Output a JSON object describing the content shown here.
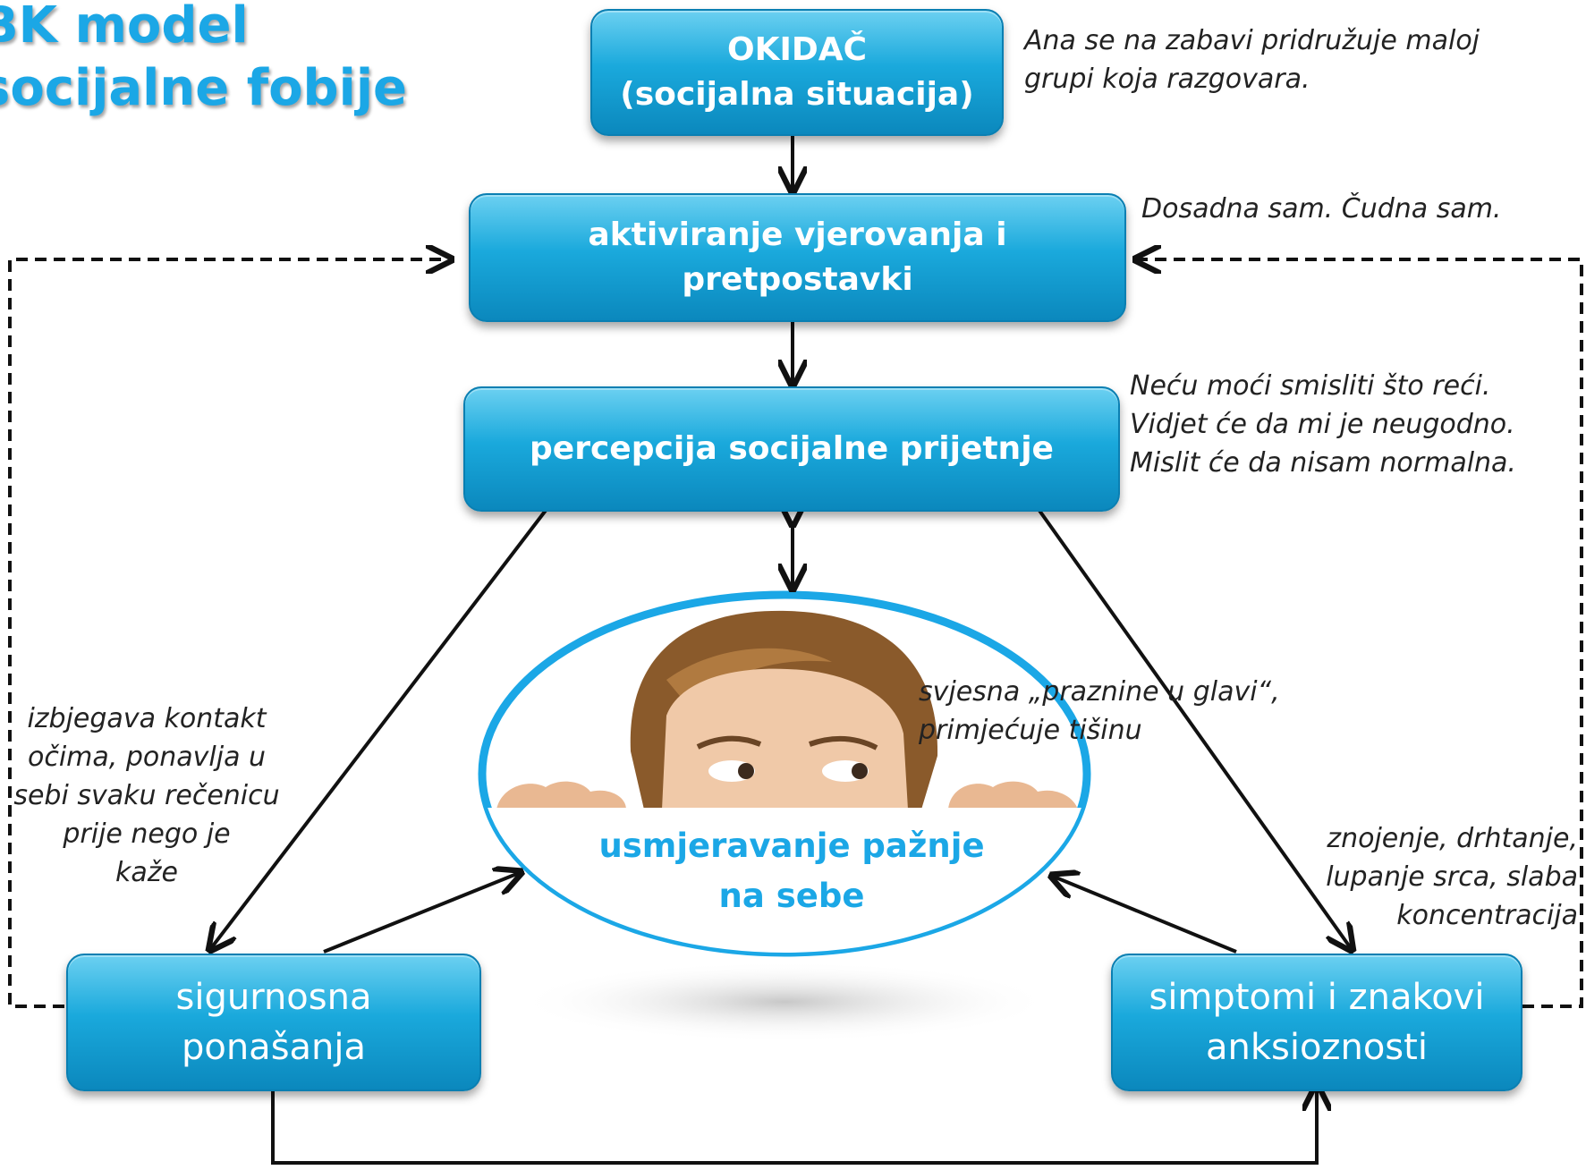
{
  "title": {
    "line1": "BK model",
    "line2": "socijalne fobije"
  },
  "boxes": {
    "trigger": {
      "line1": "OKIDAČ",
      "line2": "(socijalna situacija)"
    },
    "beliefs": {
      "line1": "aktiviranje vjerovanja i",
      "line2": "pretpostavki"
    },
    "threat": {
      "line1": "percepcija socijalne prijetnje"
    },
    "safety": {
      "line1": "sigurnosna",
      "line2": "ponašanja"
    },
    "symptoms": {
      "line1": "simptomi i znakovi",
      "line2": "anksioznosti"
    },
    "focus": {
      "line1": "usmjeravanje pažnje",
      "line2": "na sebe"
    }
  },
  "notes": {
    "trigger": [
      "Ana se na zabavi pridružuje maloj",
      "grupi koja razgovara."
    ],
    "beliefs": [
      "Dosadna sam. Čudna sam."
    ],
    "threat": [
      "Neću moći smisliti što reći.",
      "Vidjet će da mi je neugodno.",
      "Mislit će da nisam normalna."
    ],
    "focus": [
      "svjesna „praznine u glavi“,",
      "primjećuje tišinu"
    ],
    "safety": [
      "izbjegava kontakt",
      "očima, ponavlja u",
      "sebi svaku rečenicu",
      "prije nego je",
      "kaže"
    ],
    "symptoms": [
      "znojenje, drhtanje,",
      "lupanje srca, slaba",
      "koncentracija"
    ]
  },
  "colors": {
    "box_top": "#6bd0f1",
    "box_bottom": "#0b88bd",
    "accent_text": "#1ba7e6",
    "ellipse_border": "#1ba7e6",
    "arrow": "#111111"
  },
  "image": {
    "ellipse": "woman peeking over edge"
  }
}
